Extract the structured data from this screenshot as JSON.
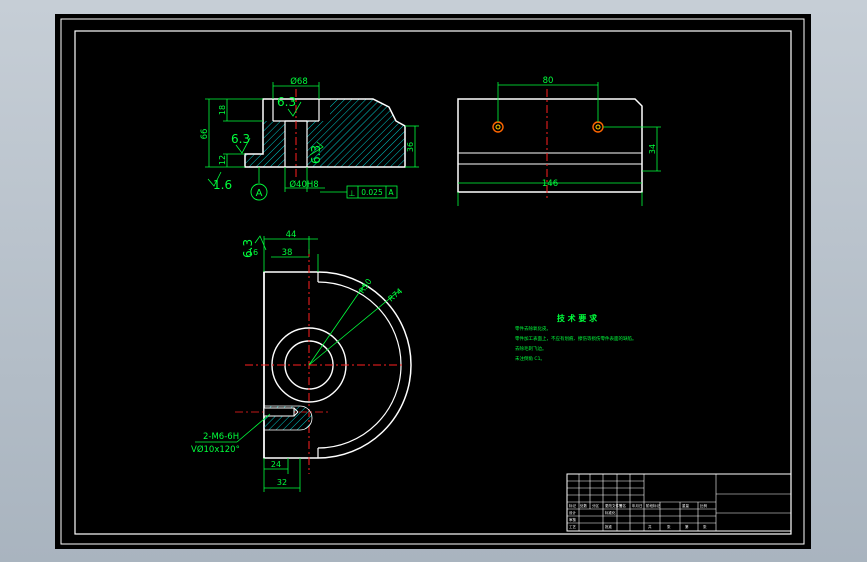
{
  "front_view": {
    "dim_top": "Ø68",
    "dim_left_total": "66",
    "dim_left_upper": "18",
    "dim_left_lower": "12",
    "dim_right": "36",
    "dim_bore": "Ø40H8",
    "rough_top": "6.3",
    "rough_left": "6.3",
    "rough_bore": "6.3",
    "rough_base": "1.6",
    "datum": "A",
    "tolerance_symbol": "⊥",
    "tolerance_value": "0.025",
    "tolerance_datum": "A"
  },
  "side_view": {
    "dim_holes": "80",
    "dim_width": "146",
    "dim_height": "34"
  },
  "top_view": {
    "rough_corner": "6.3",
    "dim_44": "44",
    "dim_38": "38",
    "dim_16": "16",
    "dim_r50": "R50",
    "dim_r74": "R74",
    "thread_line1": "2-M6-6H",
    "thread_line2": "VØ10x120°",
    "dim_24": "24",
    "dim_32": "32"
  },
  "tech_requirements": {
    "title": "技 术 要 求",
    "items": [
      "零件去除氧化皮。",
      "零件加工表面上，不应有划痕、擦伤等损伤零件表面的缺陷。",
      "去除毛刺飞边。",
      "未注倒角 C1。"
    ]
  },
  "title_block": {
    "labels": [
      "标记",
      "处数",
      "分区",
      "更改文件号",
      "签名",
      "年月日",
      "设计",
      "标准化",
      "阶段标记",
      "重量",
      "比例",
      "审核",
      "工艺",
      "批准",
      "共",
      "张",
      "第",
      "张"
    ]
  }
}
